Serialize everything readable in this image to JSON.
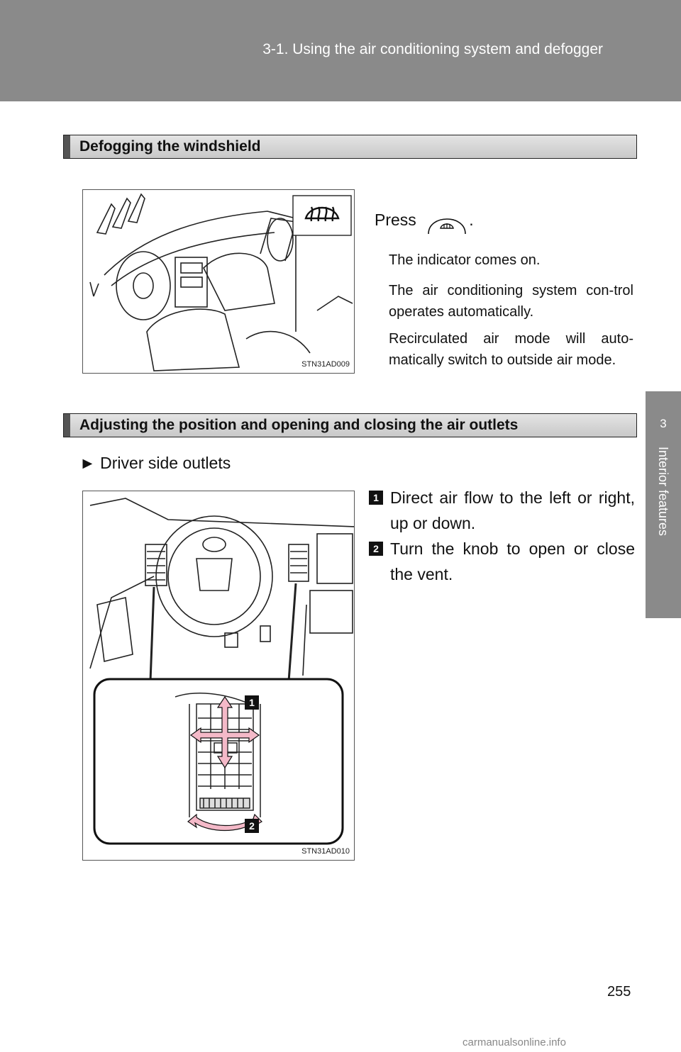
{
  "header": {
    "title": "3-1. Using the air conditioning system and defogger"
  },
  "side_tab": {
    "chapter_number": "3",
    "chapter_label": "Interior features"
  },
  "section1": {
    "title": "Defogging the windshield",
    "figure_code": "STN31AD009",
    "press_label": "Press",
    "press_suffix": ".",
    "paragraphs": [
      "The indicator comes on.",
      "The air conditioning system con-trol operates automatically.",
      "Recirculated air mode will auto-matically switch to outside air mode."
    ]
  },
  "section2": {
    "title": "Adjusting the position and opening and closing the air outlets",
    "bullet": "► Driver side outlets",
    "figure_code": "STN31AD010",
    "callout_1": "1",
    "callout_2": "2",
    "steps": [
      {
        "num": "1",
        "text": "Direct air flow to the left or right, up or down."
      },
      {
        "num": "2",
        "text": "Turn the knob to open or close the vent."
      }
    ]
  },
  "page_number": "255",
  "watermark": "carmanualsonline.info"
}
